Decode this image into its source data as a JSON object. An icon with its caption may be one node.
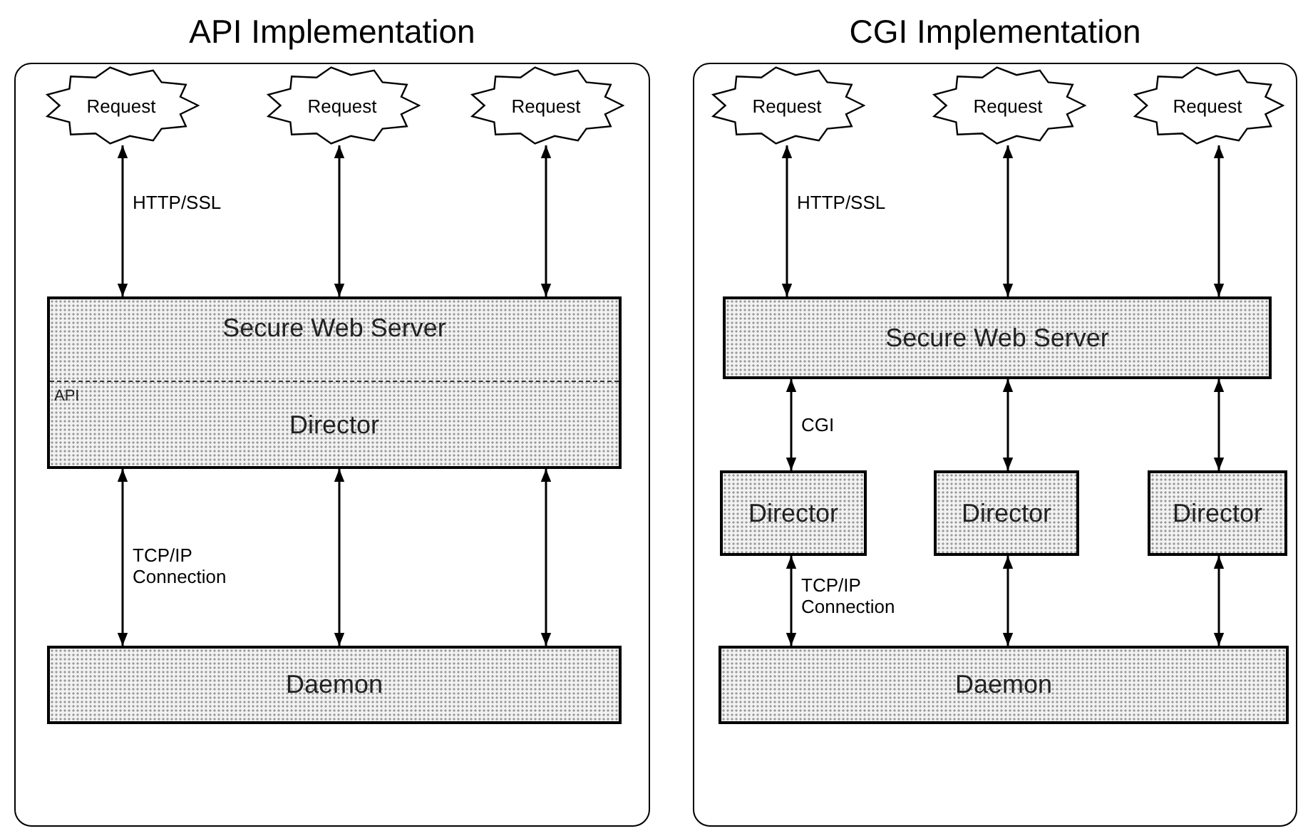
{
  "diagram": {
    "nodes": [
      {
        "text": [
          "API Implementation"
        ]
      },
      {
        "text": [
          "Request"
        ],
        "in": 0
      },
      {
        "text": [
          "Request"
        ],
        "in": 0
      },
      {
        "text": [
          "Request"
        ],
        "in": 0
      },
      {
        "text": [
          "Secure Web Server",
          "API",
          "Director"
        ],
        "in": 0
      },
      {
        "text": [
          "Daemon"
        ],
        "in": 0
      },
      {
        "text": [
          "CGI Implementation"
        ]
      },
      {
        "text": [
          "Request"
        ],
        "in": 6
      },
      {
        "text": [
          "Request"
        ],
        "in": 6
      },
      {
        "text": [
          "Request"
        ],
        "in": 6
      },
      {
        "text": [
          "Secure Web Server"
        ],
        "in": 6
      },
      {
        "text": [
          "Director"
        ],
        "in": 6
      },
      {
        "text": [
          "Director"
        ],
        "in": 6
      },
      {
        "text": [
          "Director"
        ],
        "in": 6
      },
      {
        "text": [
          "Daemon"
        ],
        "in": 6
      }
    ],
    "edges": [
      {
        "from": 1,
        "to": 4,
        "arrow": "both",
        "label": "HTTP/SSL"
      },
      {
        "from": 2,
        "to": 4,
        "arrow": "both"
      },
      {
        "from": 3,
        "to": 4,
        "arrow": "both"
      },
      {
        "from": 4,
        "to": 5,
        "arrow": "both",
        "label": "TCP/IP Connection"
      },
      {
        "from": 4,
        "to": 5,
        "arrow": "both"
      },
      {
        "from": 4,
        "to": 5,
        "arrow": "both"
      },
      {
        "from": 7,
        "to": 10,
        "arrow": "both",
        "label": "HTTP/SSL"
      },
      {
        "from": 8,
        "to": 10,
        "arrow": "both"
      },
      {
        "from": 9,
        "to": 10,
        "arrow": "both"
      },
      {
        "from": 10,
        "to": 11,
        "arrow": "both",
        "label": "CGI"
      },
      {
        "from": 10,
        "to": 12,
        "arrow": "both"
      },
      {
        "from": 10,
        "to": 13,
        "arrow": "both"
      },
      {
        "from": 11,
        "to": 14,
        "arrow": "both",
        "label": "TCP/IP Connection"
      },
      {
        "from": 12,
        "to": 14,
        "arrow": "both"
      },
      {
        "from": 13,
        "to": 14,
        "arrow": "both"
      }
    ]
  }
}
